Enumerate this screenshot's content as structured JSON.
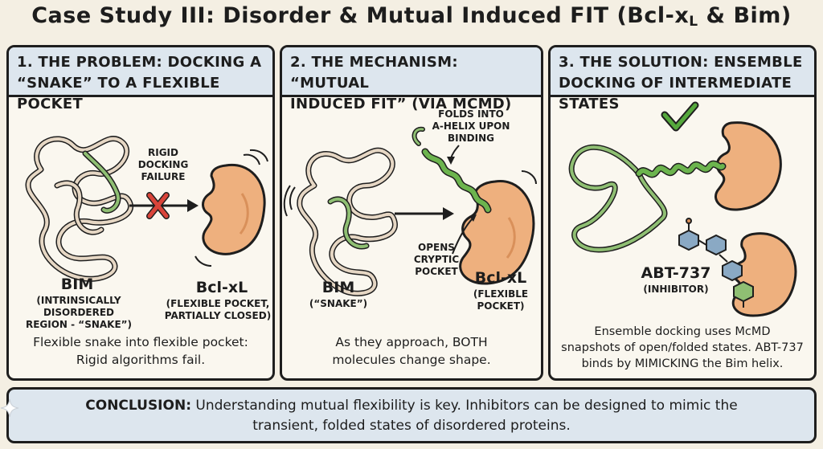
{
  "title": {
    "main": "Case Study III: Disorder & Mutual Induced FIT (Bcl-x",
    "subscript": "L",
    "tail": " & Bim)"
  },
  "panel1": {
    "heading_line1": "1. The Problem: Docking a",
    "heading_line2": "“Snake” to a Flexible Pocket",
    "arrow_label_line1": "Rigid",
    "arrow_label_line2": "Docking",
    "arrow_label_line3": "Failure",
    "bim_name": "BIM",
    "bim_desc_line1": "(Intrinsically",
    "bim_desc_line2": "Disordered",
    "bim_desc_line3": "Region - “Snake”)",
    "bcl_name": "Bcl-xL",
    "bcl_desc_line1": "(Flexible Pocket,",
    "bcl_desc_line2": "Partially Closed)",
    "caption_line1": "Flexible snake into flexible pocket:",
    "caption_line2": "Rigid algorithms fail."
  },
  "panel2": {
    "heading_line1": "2. The Mechanism: “Mutual",
    "heading_line2": "Induced Fit” (via McMD)",
    "helix_label_line1": "Folds into",
    "helix_label_line2": "α-helix upon",
    "helix_label_line3": "binding",
    "pocket_label_line1": "Opens",
    "pocket_label_line2": "Cryptic",
    "pocket_label_line3": "Pocket",
    "bim_name": "BIM",
    "bim_desc": "(“Snake”)",
    "bcl_name": "Bcl-xL",
    "bcl_desc_line1": "(Flexible",
    "bcl_desc_line2": "Pocket)",
    "caption_line1": "As they approach, BOTH",
    "caption_line2": "molecules change shape."
  },
  "panel3": {
    "heading_line1": "3. The Solution: Ensemble",
    "heading_line2": "Docking of Intermediate States",
    "abt_name": "ABT-737",
    "abt_desc": "(Inhibitor)",
    "caption_line1": "Ensemble docking uses McMD",
    "caption_line2": "snapshots of open/folded states. ABT-737",
    "caption_line3": "binds by MIMICKING the Bim helix."
  },
  "conclusion": {
    "label": "CONCLUSION:",
    "text_line1": " Understanding mutual flexibility is key. Inhibitors can be designed to mimic the",
    "text_line2": "transient, folded states of disordered proteins."
  },
  "colors": {
    "protein": "#eeb07e",
    "protein_shade": "#d9905a",
    "loop": "#e6d7c4",
    "helix": "#6cb44e",
    "cross": "#d9443a",
    "check": "#55a83c",
    "header_bg": "#dde6ee"
  }
}
